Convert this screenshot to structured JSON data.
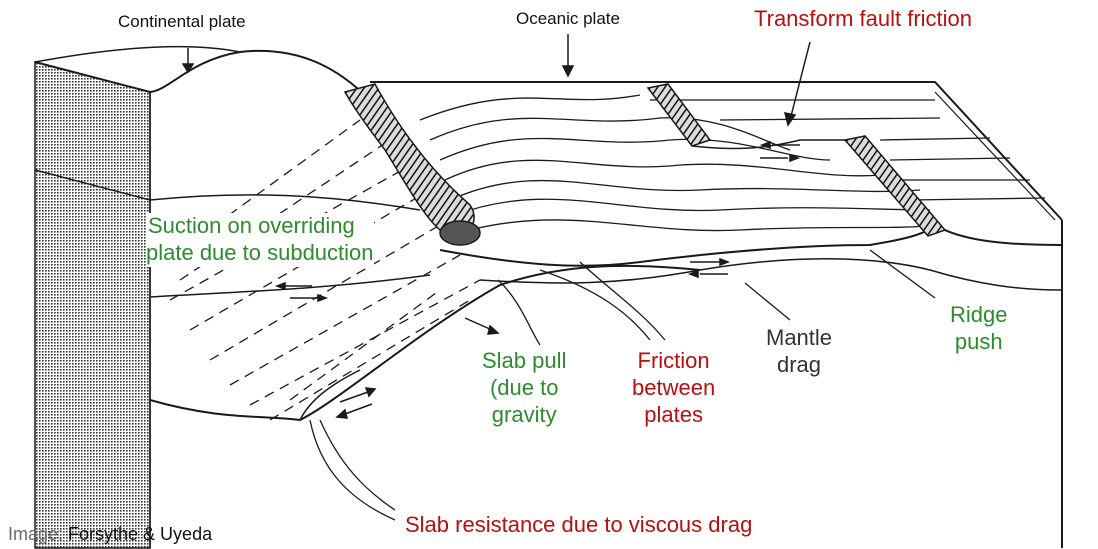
{
  "labels": {
    "continental_plate": "Continental plate",
    "oceanic_plate": "Oceanic plate",
    "transform_fault_friction": "Transform fault friction",
    "suction_line1": "Suction on overriding",
    "suction_line2": "plate due to subduction",
    "slab_pull_line1": "Slab pull",
    "slab_pull_line2": "(due to",
    "slab_pull_line3": "gravity",
    "friction_line1": "Friction",
    "friction_line2": "between",
    "friction_line3": "plates",
    "mantle_line1": "Mantle",
    "mantle_line2": "drag",
    "ridge_line1": "Ridge",
    "ridge_line2": "push",
    "slab_resistance": "Slab resistance due to viscous drag"
  },
  "credit": {
    "prefix": "Image: ",
    "source": "Forsythe & Uyeda"
  },
  "colors": {
    "driving_force": "#2e8b2e",
    "resisting_force": "#b80f0f",
    "line_art": "#1a1a1a"
  }
}
